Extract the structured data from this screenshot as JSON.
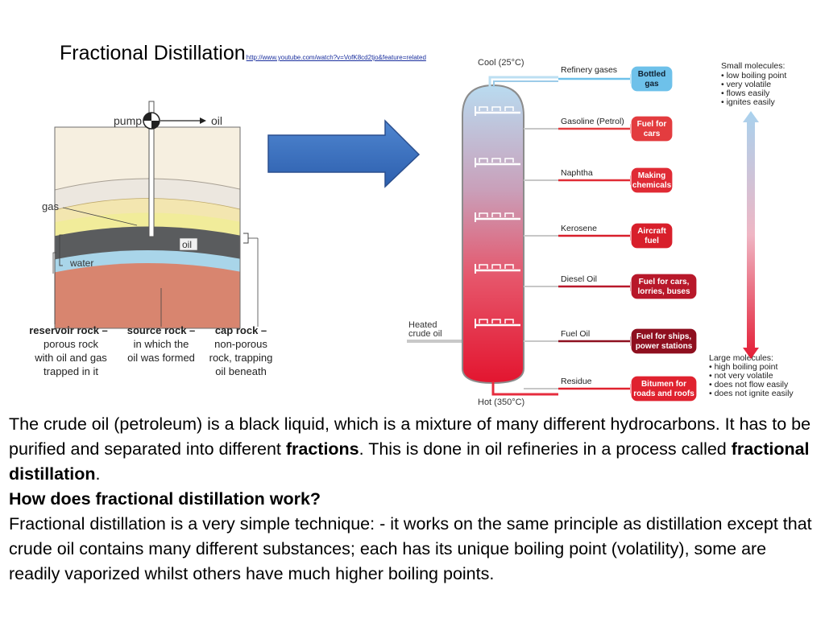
{
  "slide": {
    "title": "Fractional Distillation",
    "link": "http://www.youtube.com/watch?v=VofK8cd2tjo&feature=related"
  },
  "well_diagram": {
    "pump": "pump",
    "oil_out": "oil",
    "gas": "gas",
    "oil_layer": "oil",
    "water": "water",
    "reservoir": [
      "reservoir rock –",
      "porous rock",
      "with oil and gas",
      "trapped in it"
    ],
    "source": [
      "source rock –",
      "in which the",
      "oil was formed"
    ],
    "cap": [
      "cap rock –",
      "non-porous",
      "rock, trapping",
      "oil beneath"
    ]
  },
  "column": {
    "top": "Cool (25°C)",
    "bottom": "Hot (350°C)",
    "input": [
      "Heated",
      "crude oil"
    ],
    "fractions": [
      {
        "name": "Refinery gases",
        "use": [
          "Bottled",
          "gas"
        ]
      },
      {
        "name": "Gasoline (Petrol)",
        "use": [
          "Fuel for",
          "cars"
        ]
      },
      {
        "name": "Naphtha",
        "use": [
          "Making",
          "chemicals"
        ]
      },
      {
        "name": "Kerosene",
        "use": [
          "Aircraft",
          "fuel"
        ]
      },
      {
        "name": "Diesel Oil",
        "use": [
          "Fuel for cars,",
          "lorries, buses"
        ]
      },
      {
        "name": "Fuel Oil",
        "use": [
          "Fuel for ships,",
          "power stations"
        ]
      },
      {
        "name": "Residue",
        "use": [
          "Bitumen for",
          "roads and roofs"
        ]
      }
    ],
    "use_colors": [
      "#6ec1ea",
      "#e33c3f",
      "#e02b35",
      "#d81f2b",
      "#b8182a",
      "#8e0f1f",
      "#e0222f"
    ],
    "small": [
      "Small molecules:",
      "• low boiling point",
      "• very volatile",
      "• flows easily",
      "• ignites easily"
    ],
    "large": [
      "Large molecules:",
      "• high boiling point",
      "• not very volatile",
      "• does not flow easily",
      "• does not ignite easily"
    ]
  },
  "body": {
    "p1_a": "The crude oil (petroleum) is a black liquid, which is a mixture of many different hydrocarbons. It has to be purified and separated into different ",
    "p1_b": "fractions",
    "p1_c": ". This is done in oil refineries in a process called ",
    "p1_d": "fractional distillation",
    "p1_e": ".",
    "heading": "How does fractional distillation work?",
    "p2": "Fractional distillation is a very simple technique: - it works on the same principle as distillation except that crude oil contains many different substances; each has its unique boiling point (volatility), some are readily vaporized whilst others have much higher boiling points."
  }
}
